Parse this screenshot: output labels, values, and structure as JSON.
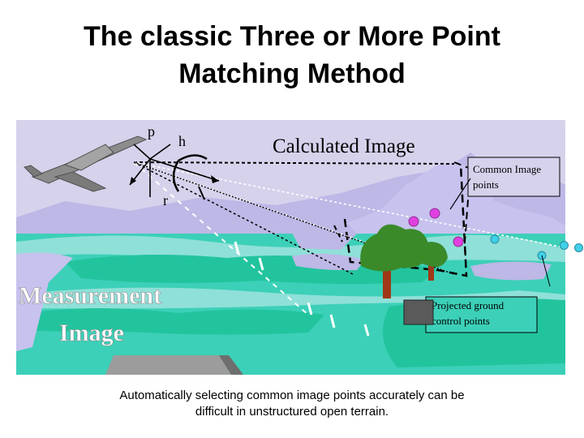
{
  "slide": {
    "title_line1": "The classic Three or More Point",
    "title_line2": "Matching Method"
  },
  "diagram": {
    "angle_p": "p",
    "angle_h": "h",
    "angle_r": "r",
    "calculated_image": "Calculated Image",
    "common_points_line1": "Common Image",
    "common_points_line2": "points",
    "measurement_line1": "Measurement",
    "measurement_line2": "Image",
    "projected_line1": "Projected ground",
    "projected_line2": "control points"
  },
  "caption": {
    "line1": "Automatically selecting common image points accurately can be",
    "line2": "difficult in unstructured open terrain."
  },
  "colors": {
    "sky": "#d6d2ec",
    "mountain": "#bdb8e6",
    "water": "#3cd0b8",
    "land": "#22c49e",
    "magenta_point": "#e040e0",
    "cyan_point": "#3fd0e8",
    "tree": "#3a8a2a",
    "trunk": "#a03818"
  }
}
